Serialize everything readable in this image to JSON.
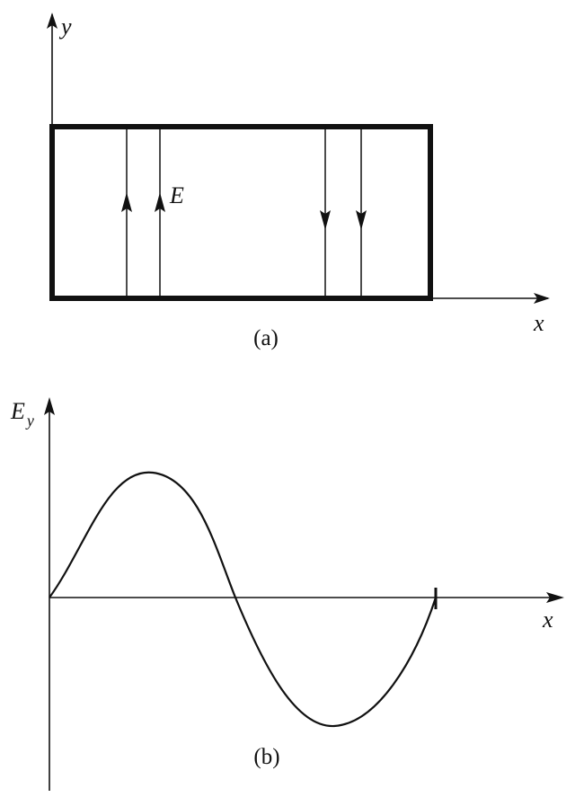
{
  "panel_a": {
    "axis_x": "x",
    "axis_y": "y",
    "field_label": "E",
    "caption": "(a)"
  },
  "panel_b": {
    "axis_y_main": "E",
    "axis_y_sub": "y",
    "axis_x": "x",
    "caption": "(b)"
  },
  "style": {
    "ink": "#111111",
    "background": "#ffffff"
  }
}
